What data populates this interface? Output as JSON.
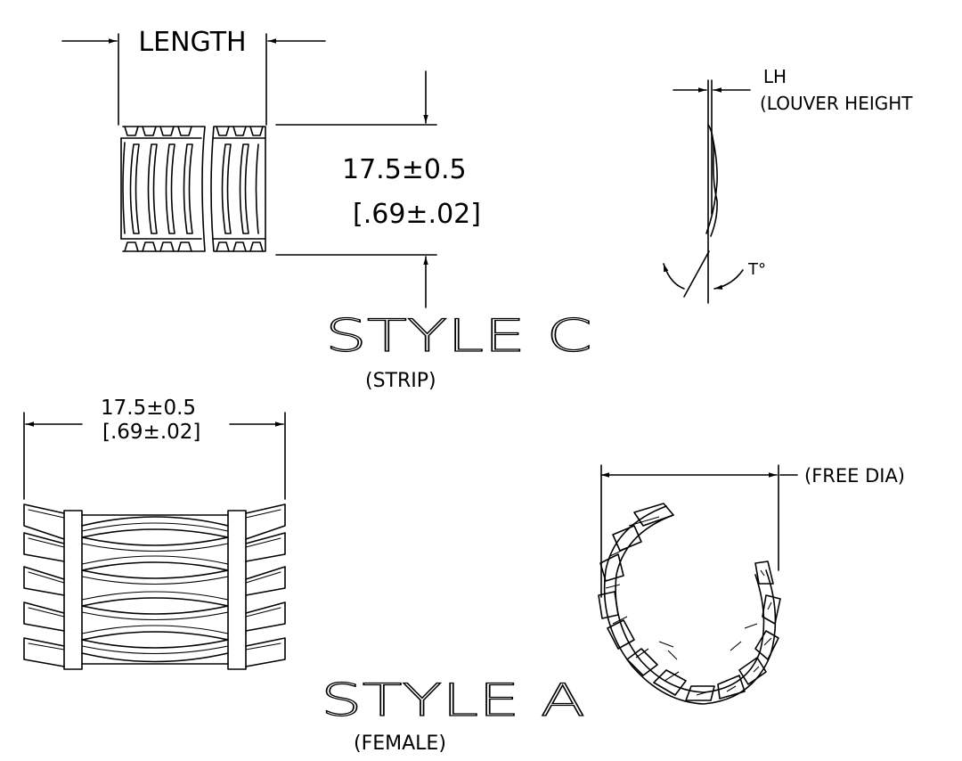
{
  "labels": {
    "length": "LENGTH",
    "style_c_dim": "17.5±0.5",
    "style_c_dim_in": "[.69±.02]",
    "lh": "LH",
    "louver_height": "(LOUVER HEIGHT",
    "t": "T°",
    "style_c": "STYLE  C",
    "strip": "(STRIP)",
    "style_a_dim": "17.5±0.5",
    "style_a_dim_in": "[.69±.02]",
    "free_dia": "(FREE DIA)",
    "style_a": "STYLE  A",
    "female": "(FEMALE)"
  }
}
